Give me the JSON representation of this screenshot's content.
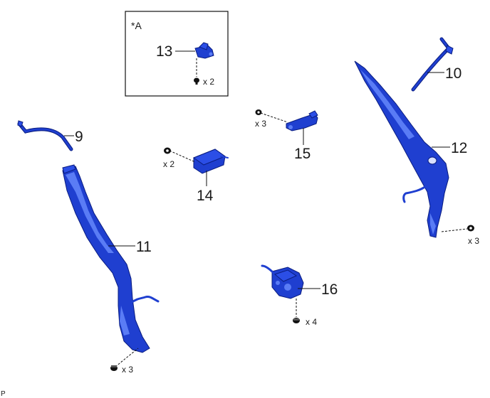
{
  "callouts": {
    "p9": "9",
    "p10": "10",
    "p11": "11",
    "p12": "12",
    "p13": "13",
    "p14": "14",
    "p15": "15",
    "p16": "16"
  },
  "quantities": {
    "p13_bolts": "x 2",
    "p14_bolts": "x 2",
    "p15_bolts": "x 3",
    "p11_bolts": "x 3",
    "p12_bolts": "x 3",
    "p16_bolts": "x 4"
  },
  "inset": {
    "label": "*A"
  },
  "footer": {
    "code": "P"
  },
  "colors": {
    "part": "#1f3fd0",
    "part_outline": "#0a1d80",
    "line": "#111111"
  },
  "icons": [
    "bolt-icon",
    "nut-icon",
    "screw-icon"
  ]
}
